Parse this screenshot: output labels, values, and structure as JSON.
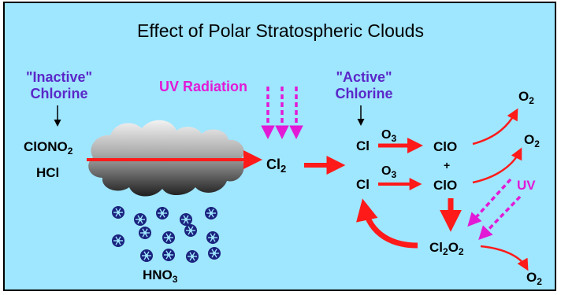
{
  "title": "Effect of Polar Stratospheric Clouds",
  "colors": {
    "background": "#9fe6ff",
    "border": "#000000",
    "label_purple": "#5a28c8",
    "uv_magenta": "#e21ad6",
    "arrow_red": "#ff1a1a",
    "crystal_navy": "#1a237e",
    "text": "#000000"
  },
  "labels": {
    "inactive_chlorine_line1": "\"Inactive\"",
    "inactive_chlorine_line2": "Chlorine",
    "uv_radiation": "UV Radiation",
    "active_chlorine_line1": "\"Active\"",
    "active_chlorine_line2": "Chlorine",
    "uv": "UV",
    "plus": "+"
  },
  "chemicals": {
    "clono2_main": "ClONO",
    "clono2_sub": "2",
    "hcl": "HCl",
    "cl2_main": "Cl",
    "cl2_sub": "2",
    "hno3_main": "HNO",
    "hno3_sub": "3",
    "cl_top": "Cl",
    "cl_bottom": "Cl",
    "o3_top_main": "O",
    "o3_top_sub": "3",
    "o3_bottom_main": "O",
    "o3_bottom_sub": "3",
    "clo_top": "ClO",
    "clo_bottom": "ClO",
    "o2_top_main": "O",
    "o2_top_sub": "2",
    "o2_mid_main": "O",
    "o2_mid_sub": "2",
    "o2_bottom_main": "O",
    "o2_bottom_sub": "2",
    "cl2o2_a": "Cl",
    "cl2o2_b": "2",
    "cl2o2_c": "O",
    "cl2o2_d": "2"
  },
  "icons": {
    "cloud": "polar-stratospheric-cloud-icon",
    "crystal": "snowflake-crystal-icon"
  },
  "crystal_count": 14
}
